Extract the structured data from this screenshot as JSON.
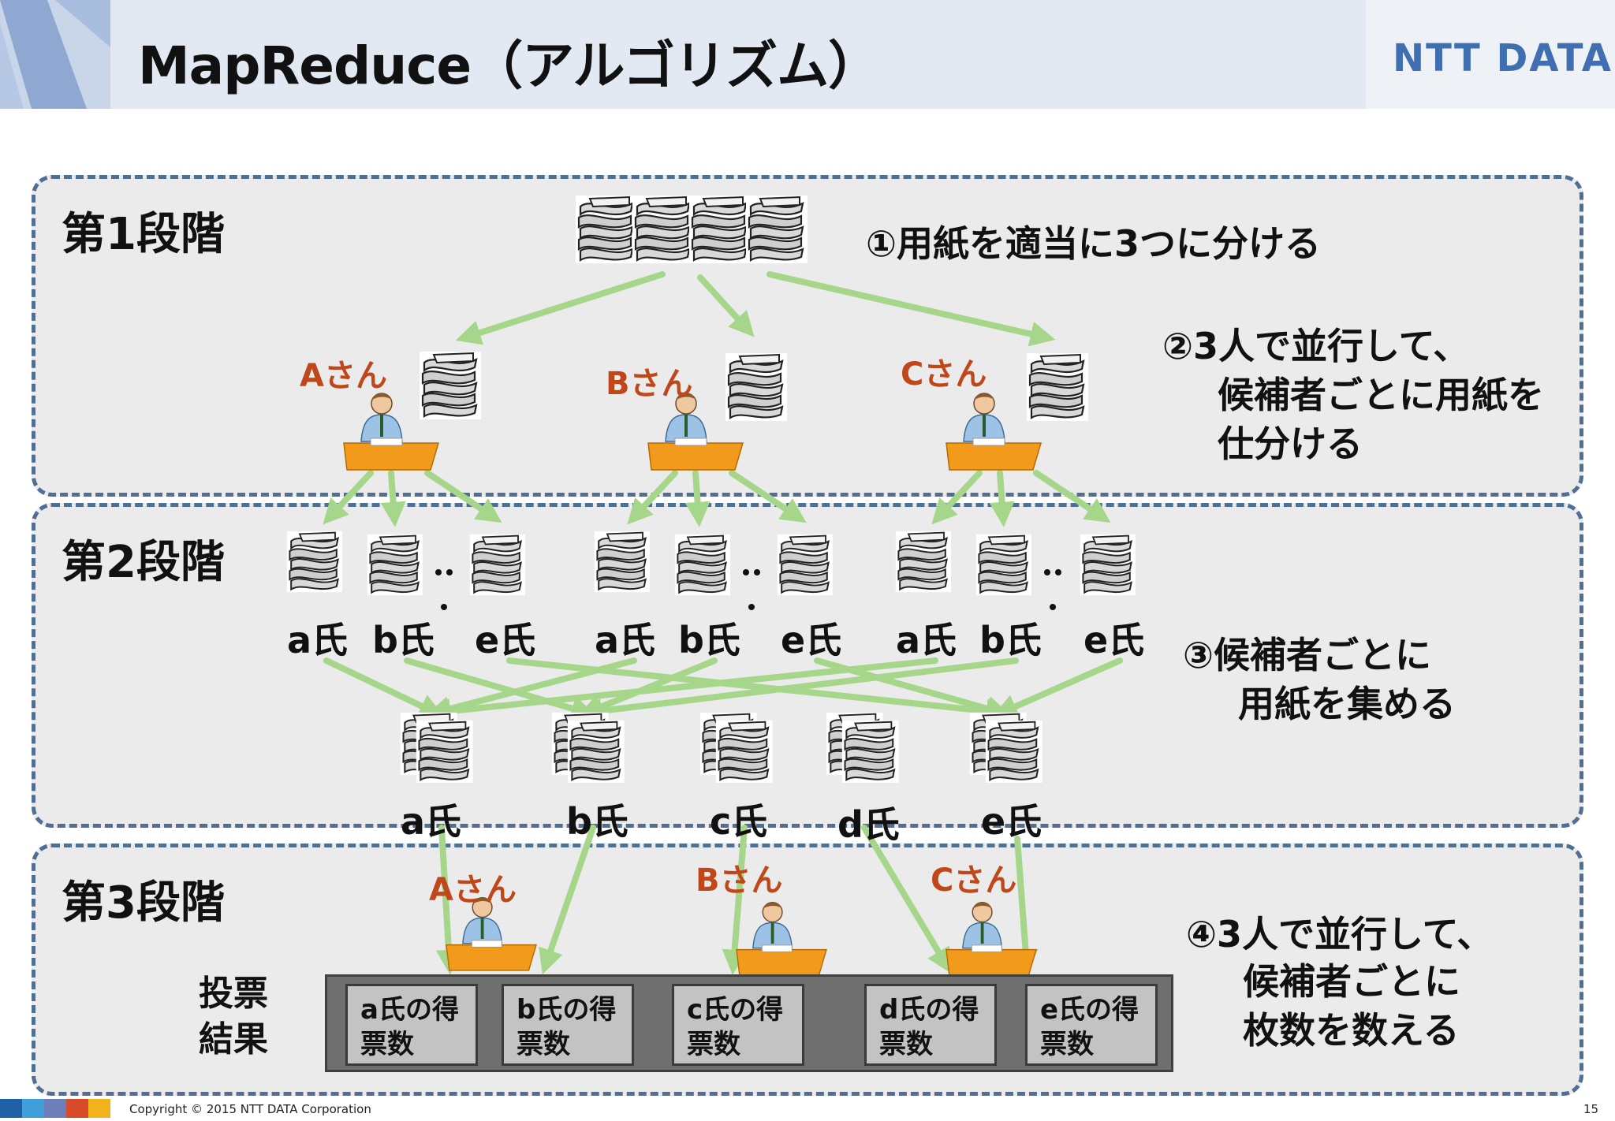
{
  "title": "MapReduce（アルゴリズム）",
  "logo": "NTT DATA",
  "stages": [
    {
      "label": "第1段階"
    },
    {
      "label": "第2段階"
    },
    {
      "label": "第3段階"
    }
  ],
  "notes": {
    "n1": "①用紙を適当に3つに分ける",
    "n2": [
      "②3人で並行して、",
      "候補者ごとに用紙を",
      "仕分ける"
    ],
    "n3": [
      "③候補者ごとに",
      "用紙を集める"
    ],
    "n4": [
      "④3人で並行して、",
      "候補者ごとに",
      "枚数を数える"
    ]
  },
  "workers": [
    "Aさん",
    "Bさん",
    "Cさん"
  ],
  "stage2_groups": [
    {
      "labels": [
        "a氏",
        "b氏",
        "e氏"
      ]
    },
    {
      "labels": [
        "a氏",
        "b氏",
        "e氏"
      ]
    },
    {
      "labels": [
        "a氏",
        "b氏",
        "e氏"
      ]
    }
  ],
  "candidates": [
    "a氏",
    "b氏",
    "c氏",
    "d氏",
    "e氏"
  ],
  "vote_result_label": [
    "投票",
    "結果"
  ],
  "results": [
    [
      "a氏の得",
      "票数"
    ],
    [
      "b氏の得",
      "票数"
    ],
    [
      "c氏の得",
      "票数"
    ],
    [
      "d氏の得",
      "票数"
    ],
    [
      "e氏の得",
      "票数"
    ]
  ],
  "footer": {
    "copyright": "Copyright © 2015 NTT DATA Corporation",
    "page": "15"
  },
  "colors": {
    "arrow": "#a6d68a",
    "worker_label": "#c0471a",
    "panel_border": "#4f6f94",
    "desk": "#f29a1c",
    "logo": "#3f6fb0"
  }
}
